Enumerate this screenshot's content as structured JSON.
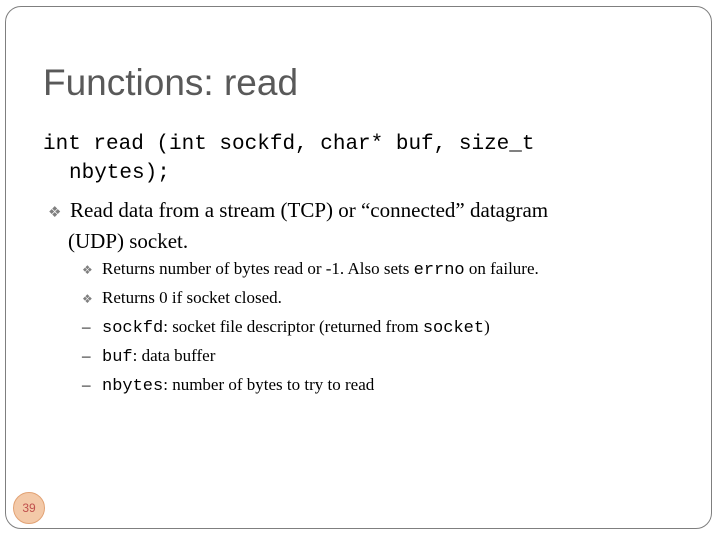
{
  "slide": {
    "title": "Functions: read",
    "signature": {
      "line1": "int read (int sockfd, char* buf, size_t",
      "line2": "nbytes);"
    },
    "bullet": {
      "line1": "Read data from a stream (TCP) or “connected” datagram",
      "line2": "(UDP) socket."
    },
    "sub_bullets": [
      {
        "pre": "Returns number of bytes read or -1. Also sets ",
        "code": "errno",
        "post": " on failure."
      },
      {
        "pre": "Returns 0 if socket closed.",
        "code": "",
        "post": ""
      }
    ],
    "dash_items": [
      {
        "code": "sockfd",
        "text": ": socket file descriptor (returned from ",
        "code2": "socket",
        "text2": ")"
      },
      {
        "code": "buf",
        "text": ": data buffer",
        "code2": "",
        "text2": ""
      },
      {
        "code": "nbytes",
        "text": ": number of bytes to try to read",
        "code2": "",
        "text2": ""
      }
    ],
    "page_number": "39",
    "bullet_icon": "diamond-bullet-icon",
    "dash_symbol": "–"
  },
  "colors": {
    "title": "#595959",
    "bullet_marker": "#7f7f7f",
    "page_badge_bg": "#f3c9a8",
    "page_badge_text": "#c0504d"
  }
}
